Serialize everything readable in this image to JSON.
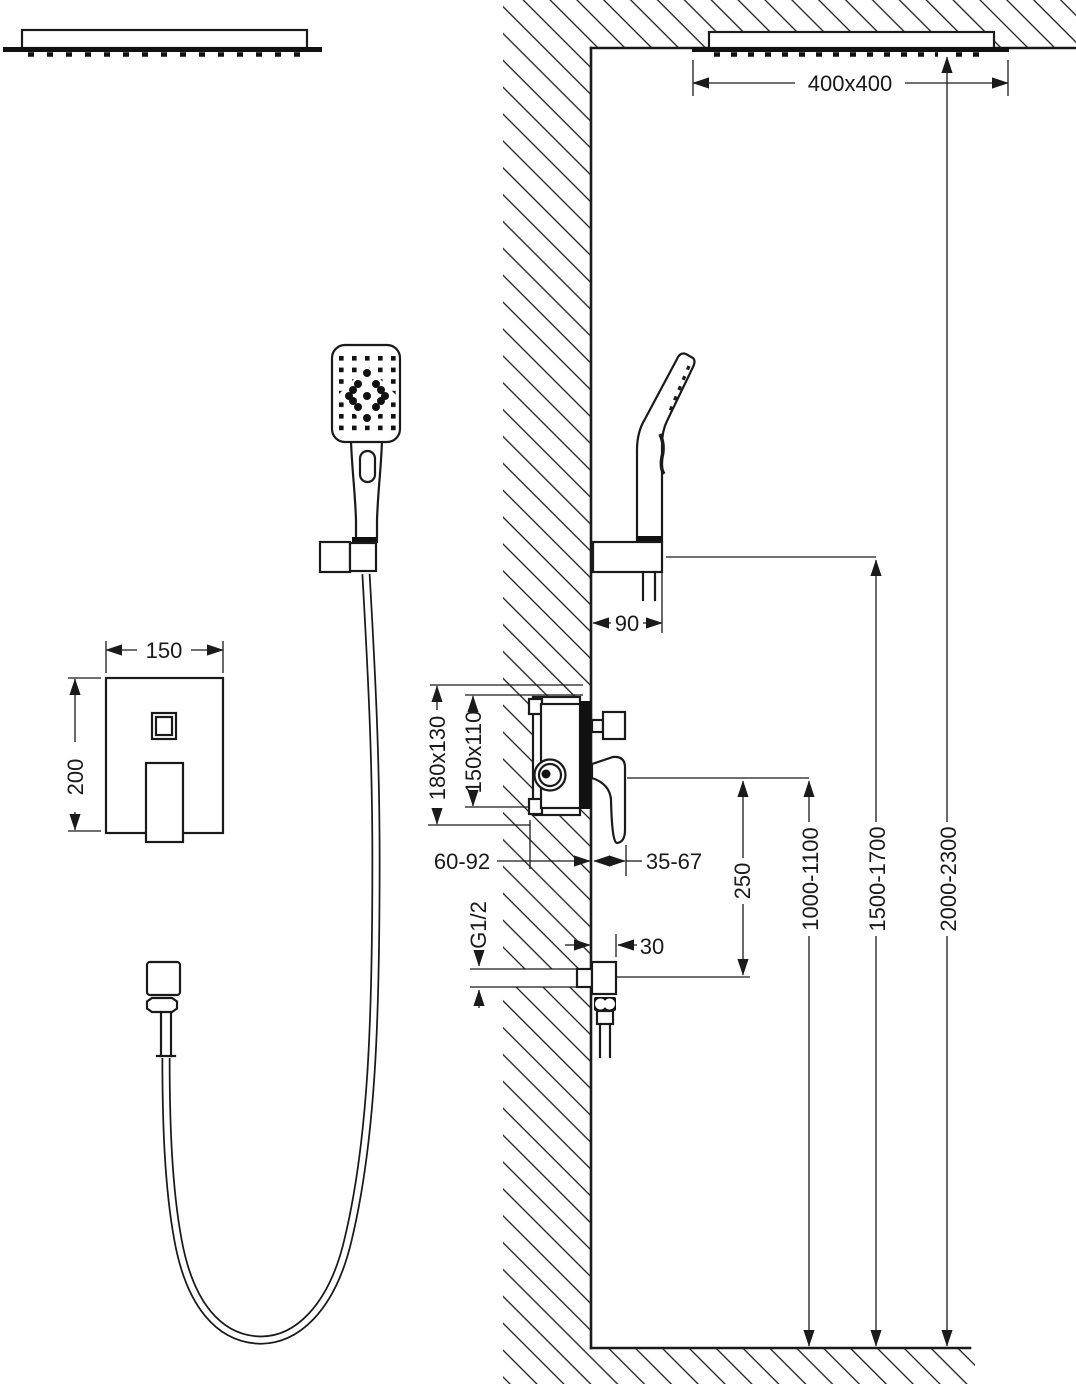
{
  "labels": {
    "head_size": "400x400",
    "holder_offset": "90",
    "panel_w": "150",
    "panel_h": "200",
    "box_outer": "180x130",
    "box_inner": "150x110",
    "recess_depth": "60-92",
    "trim_depth": "35-67",
    "outlet_drop": "250",
    "outlet_offset": "30",
    "thread": "G1/2",
    "mixer_h": "1000-1100",
    "holder_h": "1500-1700",
    "head_h": "2000-2300"
  },
  "colors": {
    "line": "#1a1a1a",
    "background": "#ffffff"
  }
}
